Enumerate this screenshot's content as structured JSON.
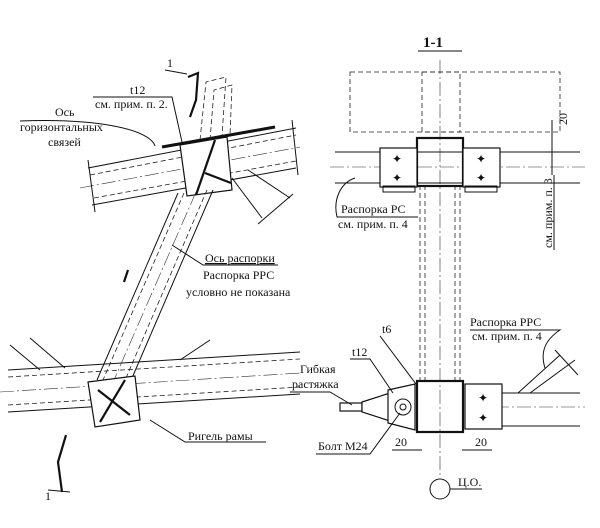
{
  "section_title": "1-1",
  "left_view": {
    "section_mark_top": "1",
    "section_mark_bottom": "1",
    "plate_thickness": "t12",
    "plate_note": "см. прим. п. 2.",
    "axis_label_line1": "Ось",
    "axis_label_line2": "горизонтальных",
    "axis_label_line3": "связей",
    "strut_axis": "Ось распорки",
    "strut_name": "Распорка РРС",
    "strut_note": "условно не показана",
    "beam_label": "Ригель рамы"
  },
  "right_view": {
    "dim_top": "20",
    "strut_rs": "Распорка РС",
    "strut_rs_note": "см. прим. п. 4",
    "side_note": "см. прим. п. 3",
    "strut_rrs": "Распорка РРС",
    "strut_rrs_note": "см. прим. п. 4",
    "t6": "t6",
    "t12": "t12",
    "tie_line1": "Гибкая",
    "tie_line2": "растяжка",
    "bolt": "Болт М24",
    "dim_left": "20",
    "dim_right": "20",
    "datum": "Ц.О."
  }
}
